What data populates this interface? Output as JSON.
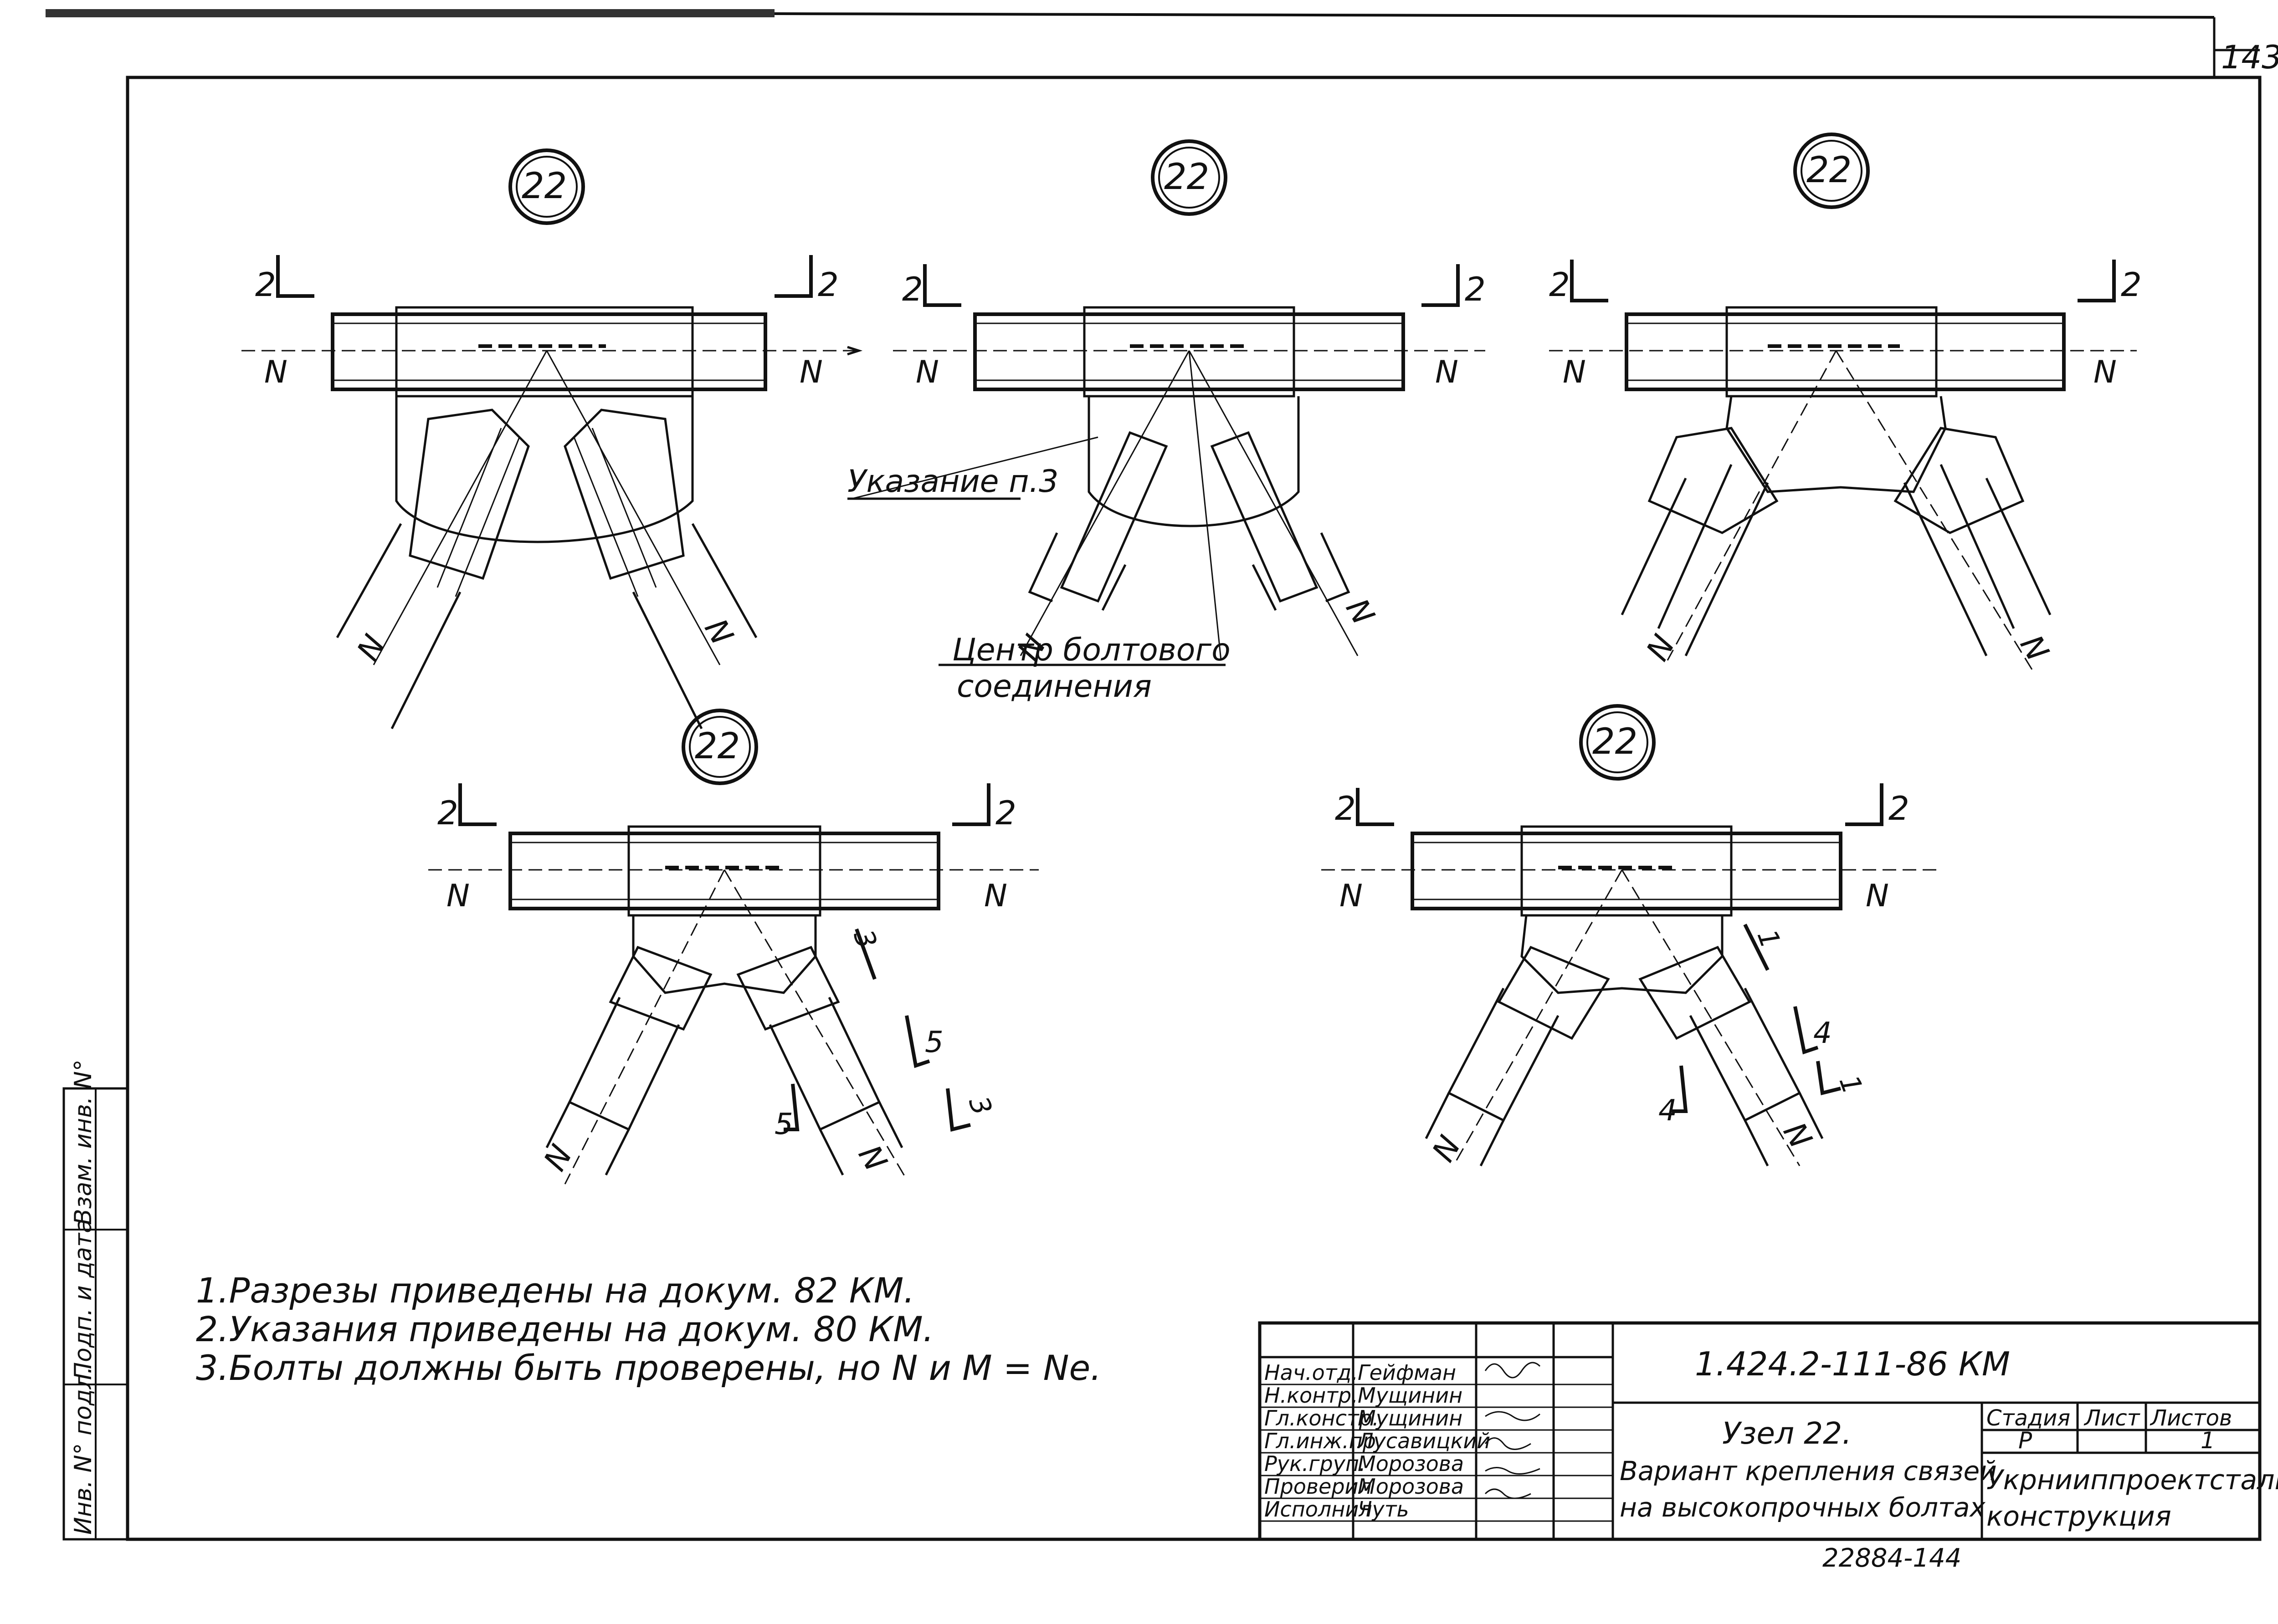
{
  "sheet_number": "143",
  "node_marker": "22",
  "section_mark": "2",
  "force_label": "N",
  "callouts": {
    "note_ref": "Указание п.3",
    "bolt_center_line1": "Центр болтового",
    "bolt_center_line2": "соединения"
  },
  "section_marks_4": "4",
  "section_marks_1": "1",
  "section_marks_5": "5",
  "section_marks_3": "3",
  "notes": [
    "1.Разрезы приведены на докум. 82 КМ.",
    "2.Указания приведены на докум. 80 КМ.",
    "3.Болты должны быть проверены, но N и M = Ne."
  ],
  "side_stamp": [
    "Инв. N° подл.",
    "Подп. и дата",
    "Взам. инв. N°"
  ],
  "title_block": {
    "doc_code": "1.424.2-111-86 КМ",
    "title_line1": "Узел 22.",
    "title_line2": "Вариант крепления связей",
    "title_line3": "на высокопрочных болтах",
    "stage_header": "Стадия",
    "sheet_header": "Лист",
    "sheets_header": "Листов",
    "stage_value": "Р",
    "sheets_value": "1",
    "org_line1": "Укрнииппроектсталь",
    "org_line2": "конструкция",
    "roles": [
      "Нач.отд.",
      "Н.контр.",
      "Гл.констр.",
      "Гл.инж.пр.",
      "Рук.груп.",
      "Проверил",
      "Исполнил"
    ],
    "names": [
      "Гейфман",
      "Мущинин",
      "Мущинин",
      "Лусавицкий",
      "Морозова",
      "Морозова",
      "Чуть"
    ]
  },
  "bottom_number": "22884-144"
}
